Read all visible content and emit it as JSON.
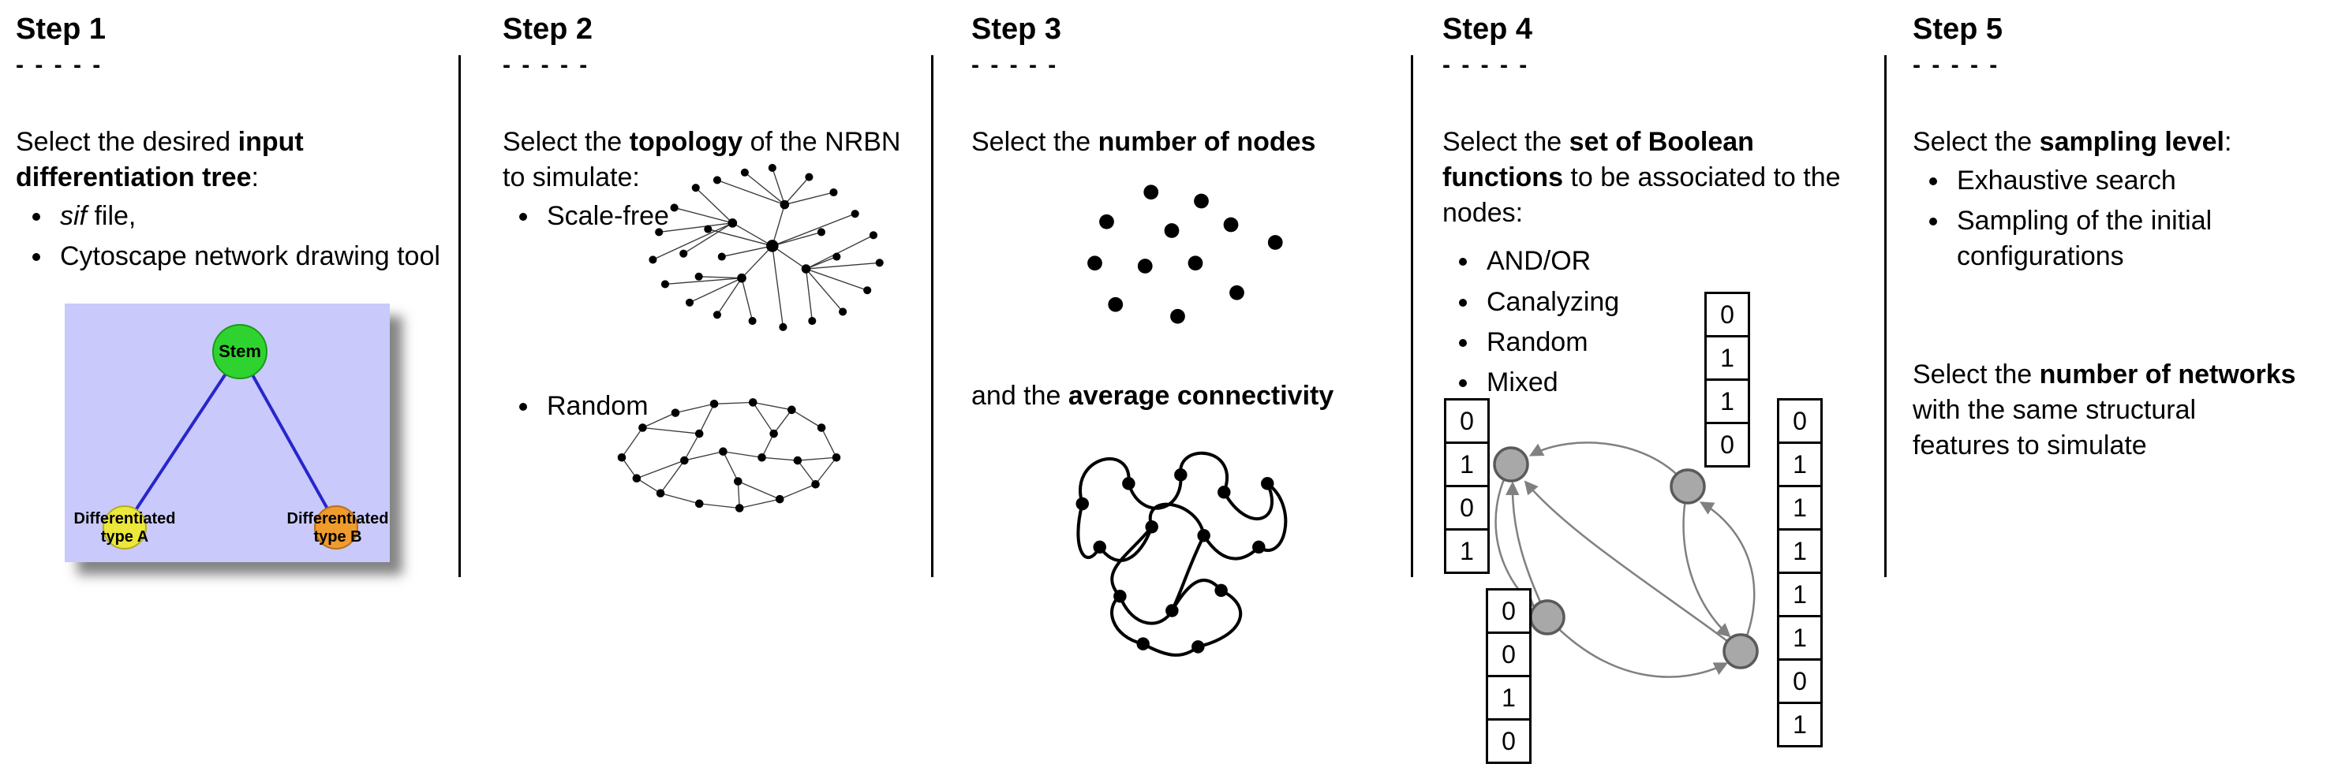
{
  "colors": {
    "tree_background": "#c9c9fb",
    "stem_green": "#2fd32f",
    "type_a_yellow": "#ece73b",
    "type_b_orange": "#ef9b2d",
    "tree_edge_blue": "#2626cc",
    "boolean_node_gray": "#a8a8a8",
    "divider_black": "#000000"
  },
  "steps": [
    {
      "title": "Step 1",
      "dashes": "- - - - -",
      "intro": [
        "Select the desired ",
        "input differentiation tree",
        ":"
      ],
      "bullet1": [
        "sif",
        " file,"
      ],
      "bullet2": "Cytoscape network drawing tool",
      "tree": {
        "root": "Stem",
        "left": [
          "Differentiated",
          "type A"
        ],
        "right": [
          "Differentiated",
          "type B"
        ]
      }
    },
    {
      "title": "Step 2",
      "dashes": "- - - - -",
      "intro": [
        "Select the ",
        "topology",
        " of the NRBN to simulate:"
      ],
      "bullets": [
        "Scale-free",
        "Random"
      ]
    },
    {
      "title": "Step 3",
      "dashes": "- - - - -",
      "line1": [
        "Select the ",
        "number of nodes"
      ],
      "line2": [
        "and the ",
        "average connectivity"
      ]
    },
    {
      "title": "Step 4",
      "dashes": "- - - - -",
      "intro": [
        "Select the ",
        "set of Boolean functions",
        " to be associated to the nodes:"
      ],
      "bullets": [
        "AND/OR",
        "Canalyzing",
        "Random",
        "Mixed"
      ],
      "truth_tables": {
        "top": [
          "0",
          "1",
          "1",
          "0"
        ],
        "left": [
          "0",
          "1",
          "0",
          "1"
        ],
        "bottom": [
          "0",
          "0",
          "1",
          "0"
        ],
        "right": [
          "0",
          "1",
          "1",
          "1",
          "1",
          "1",
          "0",
          "1"
        ]
      }
    },
    {
      "title": "Step 5",
      "dashes": "- - - - -",
      "intro": [
        "Select the ",
        "sampling level",
        ":"
      ],
      "bullets": [
        "Exhaustive search",
        "Sampling of the initial configurations"
      ],
      "second": [
        "Select the ",
        "number of networks",
        " with the same structural features to simulate"
      ]
    }
  ]
}
